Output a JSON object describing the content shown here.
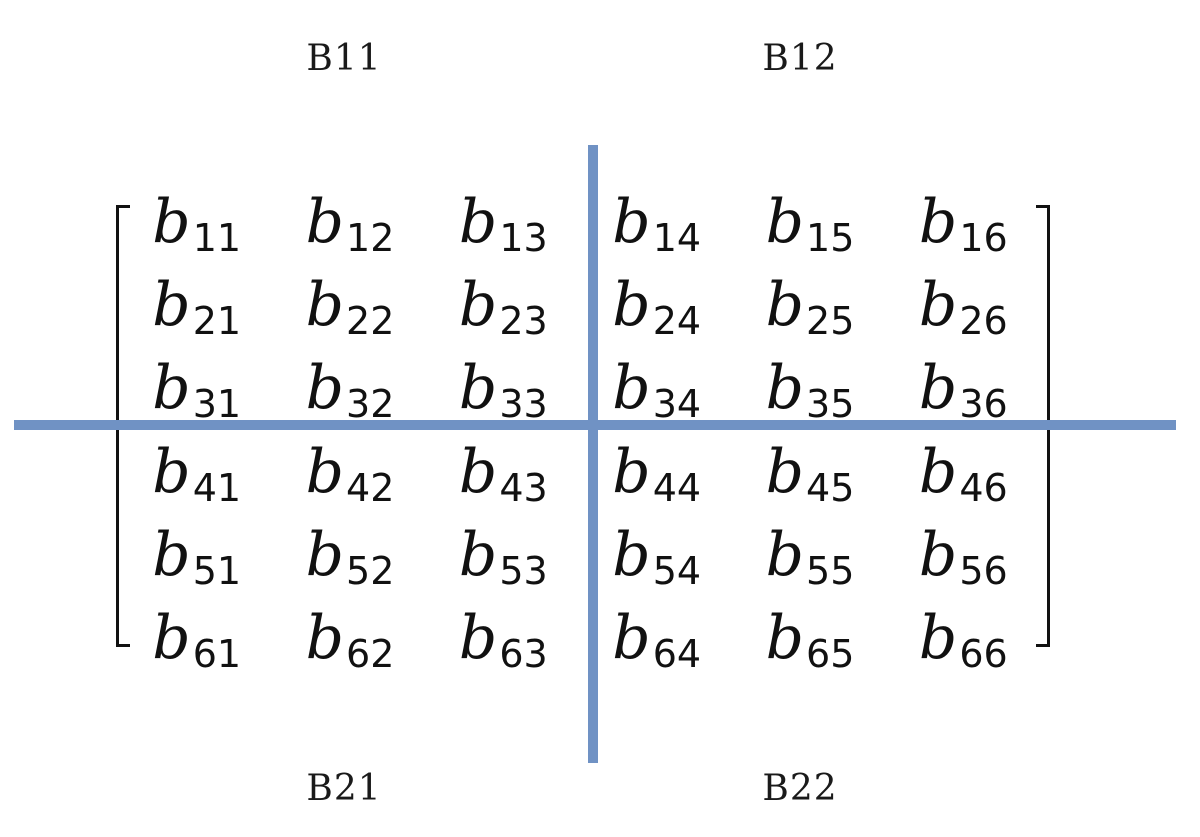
{
  "labels": {
    "b11": "B11",
    "b12": "B12",
    "b21": "B21",
    "b22": "B22"
  },
  "matrix": {
    "symbol": "b",
    "rows": [
      [
        "11",
        "12",
        "13",
        "14",
        "15",
        "16"
      ],
      [
        "21",
        "22",
        "23",
        "24",
        "25",
        "26"
      ],
      [
        "31",
        "32",
        "33",
        "34",
        "35",
        "36"
      ],
      [
        "41",
        "42",
        "43",
        "44",
        "45",
        "46"
      ],
      [
        "51",
        "52",
        "53",
        "54",
        "55",
        "56"
      ],
      [
        "61",
        "62",
        "63",
        "64",
        "65",
        "66"
      ]
    ]
  },
  "colors": {
    "divider": "#7092c4",
    "text": "#111111"
  }
}
